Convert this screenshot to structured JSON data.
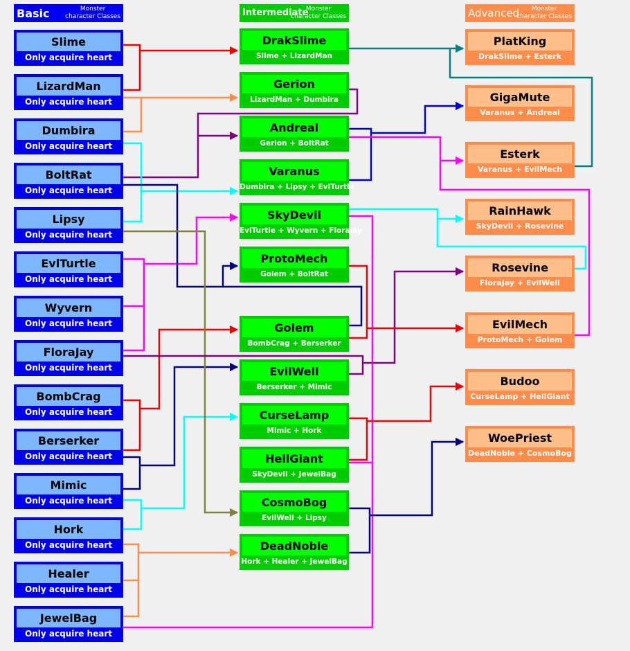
{
  "headers": {
    "basic": {
      "title": "Basic",
      "sub_line1": "Monster",
      "sub_line2": "character Classes"
    },
    "intermediate": {
      "title": "Intermediate",
      "sub_line1": "Monster",
      "sub_line2": "character Classes"
    },
    "advanced": {
      "title": "Advanced",
      "sub_line1": "Monster",
      "sub_line2": "character Classes"
    }
  },
  "basic": [
    {
      "name": "Slime",
      "sub": "Only acquire heart"
    },
    {
      "name": "LizardMan",
      "sub": "Only acquire heart"
    },
    {
      "name": "Dumbira",
      "sub": "Only acquire heart"
    },
    {
      "name": "BoltRat",
      "sub": "Only acquire heart"
    },
    {
      "name": "Lipsy",
      "sub": "Only acquire heart"
    },
    {
      "name": "EvlTurtle",
      "sub": "Only acquire heart"
    },
    {
      "name": "Wyvern",
      "sub": "Only acquire heart"
    },
    {
      "name": "FloraJay",
      "sub": "Only acquire heart"
    },
    {
      "name": "BombCrag",
      "sub": "Only acquire heart"
    },
    {
      "name": "Berserker",
      "sub": "Only acquire heart"
    },
    {
      "name": "Mimic",
      "sub": "Only acquire heart"
    },
    {
      "name": "Hork",
      "sub": "Only acquire heart"
    },
    {
      "name": "Healer",
      "sub": "Only acquire heart"
    },
    {
      "name": "JewelBag",
      "sub": "Only acquire heart"
    }
  ],
  "intermediate": [
    {
      "name": "DrakSlime",
      "sub": "Slime + LizardMan"
    },
    {
      "name": "Gerion",
      "sub": "LizardMan + Dumbira"
    },
    {
      "name": "Andreal",
      "sub": "Gerion + BoltRat"
    },
    {
      "name": "Varanus",
      "sub": "Dumbira + Lipsy + EvlTurtle"
    },
    {
      "name": "SkyDevil",
      "sub": "EvlTurtle + Wyvern + Florajay"
    },
    {
      "name": "ProtoMech",
      "sub": "Golem + BoltRat"
    },
    {
      "name": "Golem",
      "sub": "BombCrag + Berserker"
    },
    {
      "name": "EvilWell",
      "sub": "Berserker + Mimic"
    },
    {
      "name": "CurseLamp",
      "sub": "Mimic + Hork"
    },
    {
      "name": "HellGiant",
      "sub": "SkyDevil + JewelBag"
    },
    {
      "name": "CosmoBog",
      "sub": "EvilWell + Lipsy"
    },
    {
      "name": "DeadNoble",
      "sub": "Hork + Healer + JewelBag"
    }
  ],
  "advanced": [
    {
      "name": "PlatKing",
      "sub": "DrakSlime + Esterk"
    },
    {
      "name": "GigaMute",
      "sub": "Varanus + Andreal"
    },
    {
      "name": "Esterk",
      "sub": "Varanus + EvilMech"
    },
    {
      "name": "RainHawk",
      "sub": "SkyDevil + Rosevine"
    },
    {
      "name": "Rosevine",
      "sub": "FloraJay + EvilWell"
    },
    {
      "name": "EvilMech",
      "sub": "ProtoMech + Golem"
    },
    {
      "name": "Budoo",
      "sub": "CurseLamp + HellGiant"
    },
    {
      "name": "WoePriest",
      "sub": "DeadNoble + CosmoBog"
    }
  ],
  "colors": {
    "basic_border": "#0000ee",
    "basic_name_bg": "#7fb7ff",
    "inter_border": "#00cc00",
    "inter_name_bg": "#00ff00",
    "adv_border": "#ff8c4a",
    "adv_name_bg": "#ffbf8a",
    "wire_red": "#ee0000",
    "wire_orange": "#ff8c4a",
    "wire_purple": "#800080",
    "wire_cyan": "#00ffff",
    "wire_navy": "#000080",
    "wire_magenta": "#ff00ff",
    "wire_teal": "#008080",
    "wire_olive": "#808040",
    "wire_blue": "#0000cc"
  }
}
